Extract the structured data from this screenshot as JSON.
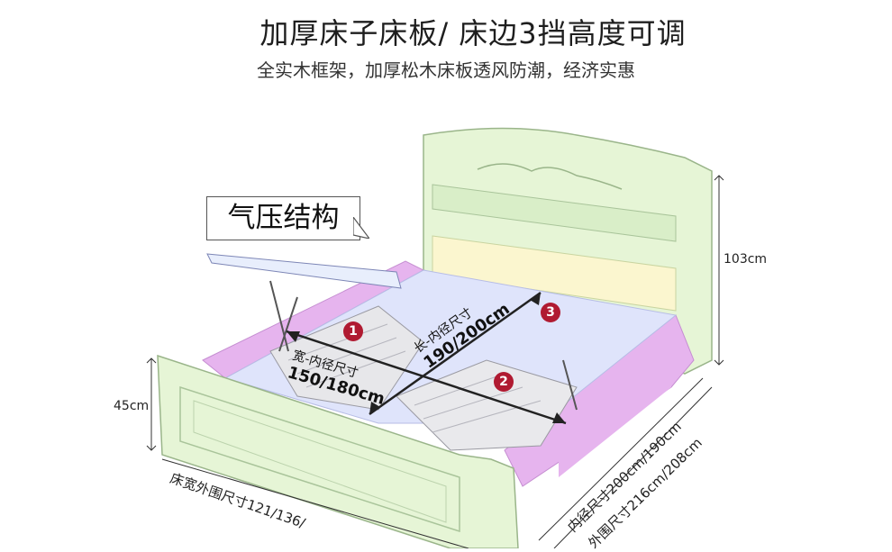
{
  "header": {
    "title": "加厚床子床板/ 床边3挡高度可调",
    "subtitle": "全实木框架，加厚松木床板透风防潮，经济实惠"
  },
  "callout": {
    "label": "气压结构"
  },
  "dimensions": {
    "headboard_height": "103cm",
    "footboard_height": "45cm",
    "outer_width": "床宽外围尺寸121/136/",
    "inner_length": "内径尺寸200cm/190cm",
    "outer_length": "外围尺寸216cm/208cm"
  },
  "inner": {
    "length_label": "长-内径尺寸",
    "length_value": "190/200cm",
    "width_label": "宽-内径尺寸",
    "width_value": "150/180cm"
  },
  "markers": [
    "1",
    "2",
    "3"
  ],
  "colors": {
    "bed_green": "#e6f5d6",
    "side_pink": "#e6b4ee",
    "mattress_blue": "#dfe4fb",
    "marker_red": "#b01a31"
  }
}
